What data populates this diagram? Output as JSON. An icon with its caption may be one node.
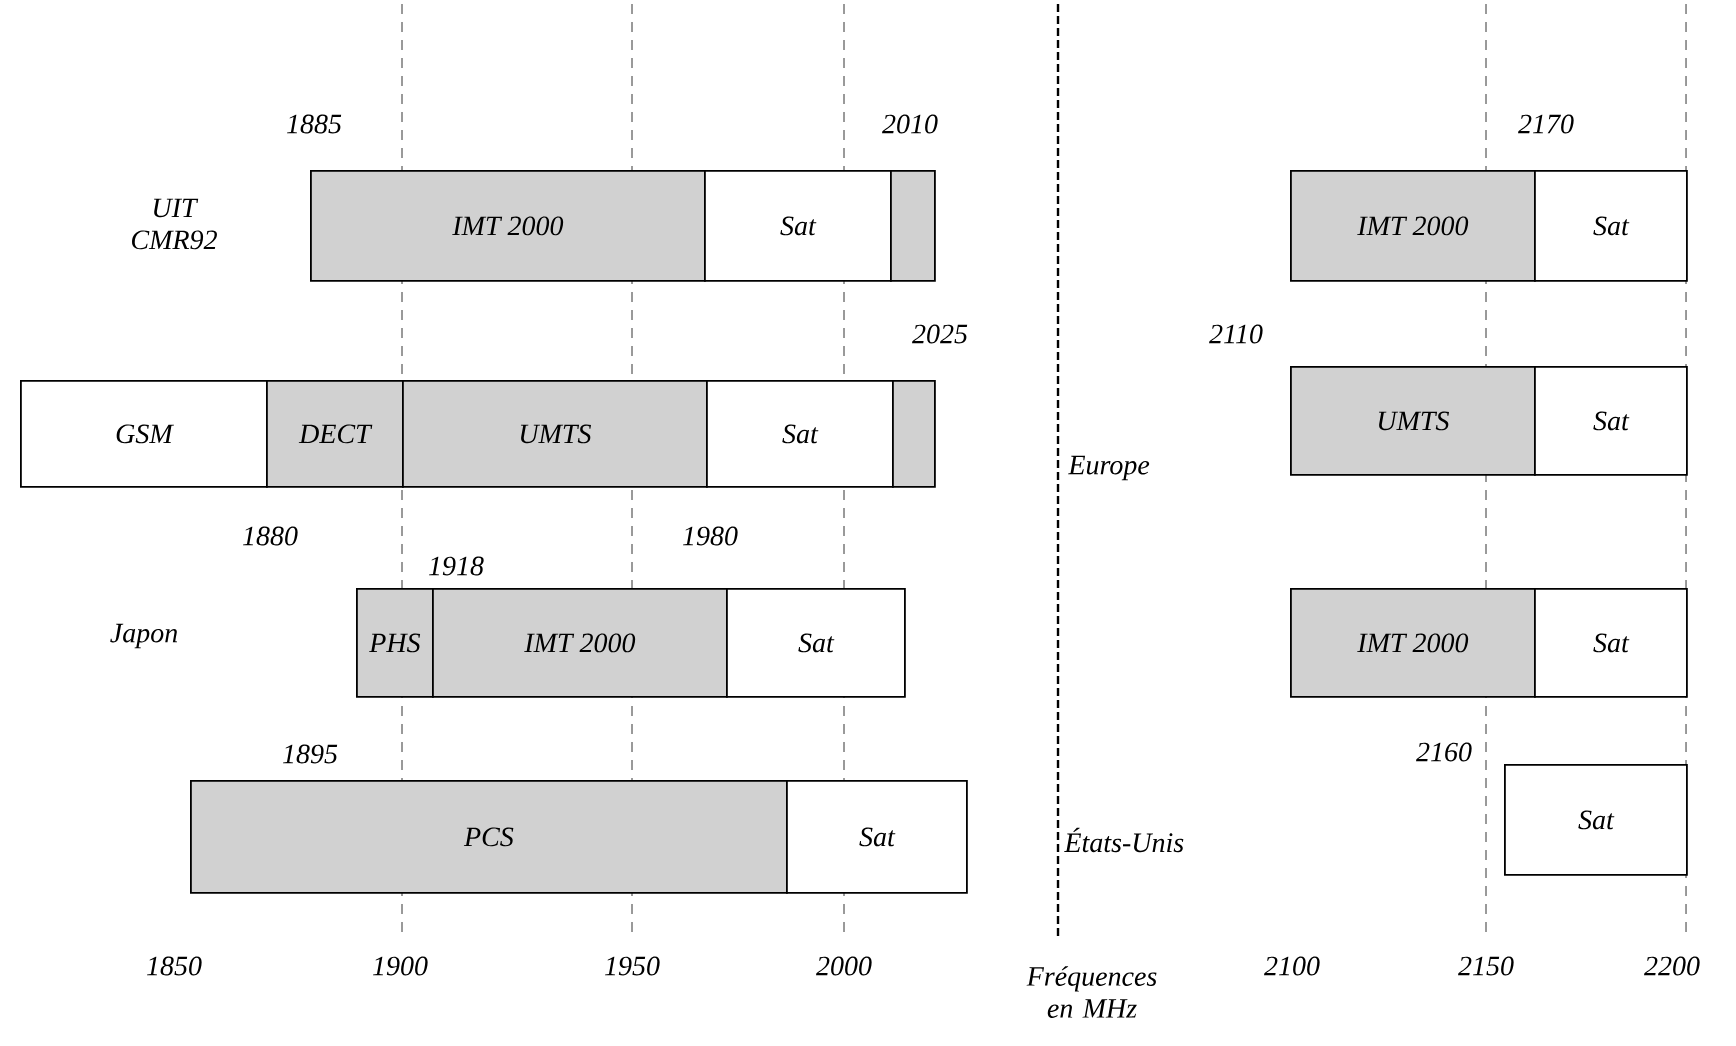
{
  "diagram": {
    "nodes": [
      {
        "text": [
          "IMT 2000"
        ]
      },
      {
        "text": [
          "Sat"
        ]
      },
      {
        "text": [],
        "shape": "bar"
      },
      {
        "text": [
          "IMT 2000"
        ]
      },
      {
        "text": [
          "Sat"
        ]
      },
      {
        "text": [
          "GSM"
        ]
      },
      {
        "text": [
          "DECT"
        ]
      },
      {
        "text": [
          "UMTS"
        ]
      },
      {
        "text": [
          "Sat"
        ]
      },
      {
        "text": [],
        "shape": "bar"
      },
      {
        "text": [
          "UMTS"
        ]
      },
      {
        "text": [
          "Sat"
        ]
      },
      {
        "text": [
          "PHS"
        ]
      },
      {
        "text": [
          "IMT 2000"
        ]
      },
      {
        "text": [
          "Sat"
        ]
      },
      {
        "text": [
          "IMT 2000"
        ]
      },
      {
        "text": [
          "Sat"
        ]
      },
      {
        "text": [
          "PCS"
        ]
      },
      {
        "text": [
          "Sat"
        ]
      },
      {
        "text": [
          "Sat"
        ]
      }
    ],
    "labels": [
      "1885",
      "2010",
      "2170",
      "UIT CMR92",
      "2025",
      "2110",
      "Europe",
      "1880",
      "1980",
      "1918",
      "Japon",
      "1895",
      "2160",
      "États-Unis",
      "1850",
      "1900",
      "1950",
      "2000",
      "Fréquences en MHz",
      "2100",
      "2150",
      "2200"
    ]
  }
}
